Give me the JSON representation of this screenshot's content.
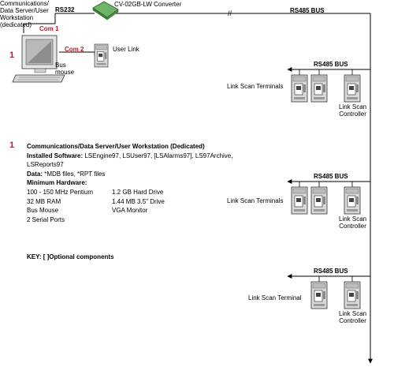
{
  "workstation_label": [
    "Communications/",
    "Data Server/User",
    "Workstation",
    "(dedicated)"
  ],
  "rs232": "RS232",
  "converter": "CV-02GB-LW Converter",
  "rs485_top": "RS485 BUS",
  "break_mark": "//",
  "com1": "Com 1",
  "com2": "Com 2",
  "marker_1": "1",
  "bus_mouse": [
    "Bus",
    "mouse"
  ],
  "user_link": "User Link",
  "groups": [
    {
      "bus": "RS485 BUS",
      "terminals": "Link Scan Terminals",
      "controller": [
        "Link Scan",
        "Controller"
      ]
    },
    {
      "bus": "RS485 BUS",
      "terminals": "Link Scan Terminals",
      "controller": [
        "Link Scan",
        "Controller"
      ]
    },
    {
      "bus": "RS485 BUS",
      "terminals": "Link Scan Terminal",
      "controller": [
        "Link Scan",
        "Controller"
      ]
    }
  ],
  "spec": {
    "marker": "1",
    "heading": "Communications/Data Server/User Workstation (Dedicated)",
    "software_label": "Installed Software:",
    "software_value": "LSEngine97, LSUser97, [LSAlarms97], LS97Archive,",
    "software_value2": "LSReports97",
    "data_label": "Data:",
    "data_value": "*MDB files, *RPT files",
    "hardware_label": "Minimum Hardware:",
    "hardware_left": [
      "100 - 150 MHz Pentium",
      "32 MB RAM",
      "Bus Mouse",
      "2 Serial Ports"
    ],
    "hardware_right": [
      "1.2 GB Hard Drive",
      "1.44 MB 3.5\" Drive",
      "VGA Monitor"
    ]
  },
  "key": "KEY:  [ ]Optional components",
  "colors": {
    "accent_red": "#c0182a",
    "converter_green": "#6fb36a",
    "line": "#000000"
  }
}
